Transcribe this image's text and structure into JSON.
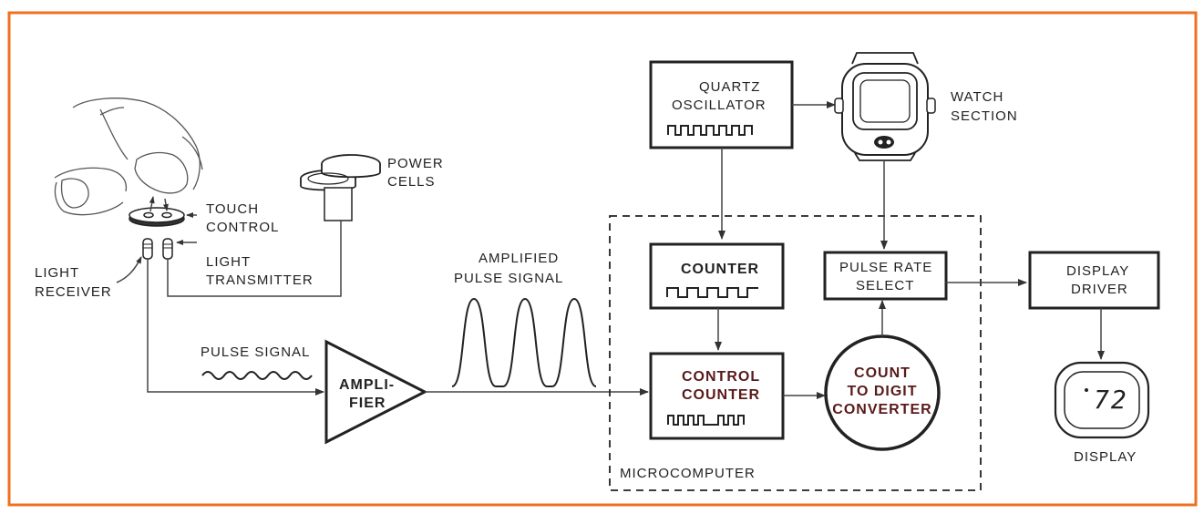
{
  "colors": {
    "frame": "#f07020",
    "ink": "#222222",
    "accent_text": "#5a1a1a"
  },
  "labels": {
    "touch_control": [
      "TOUCH",
      "CONTROL"
    ],
    "light_transmitter": [
      "LIGHT",
      "TRANSMITTER"
    ],
    "light_receiver": [
      "LIGHT",
      "RECEIVER"
    ],
    "power_cells": [
      "POWER",
      "CELLS"
    ],
    "pulse_signal": "PULSE SIGNAL",
    "amplifier": [
      "AMPLI-",
      "FIER"
    ],
    "amplified_pulse_signal": [
      "AMPLIFIED",
      "PULSE SIGNAL"
    ],
    "quartz_oscillator": [
      "QUARTZ",
      "OSCILLATOR"
    ],
    "watch_section": [
      "WATCH",
      "SECTION"
    ],
    "counter": "COUNTER",
    "control_counter": [
      "CONTROL",
      "COUNTER"
    ],
    "pulse_rate_select": [
      "PULSE RATE",
      "SELECT"
    ],
    "count_to_digit_converter": [
      "COUNT",
      "TO DIGIT",
      "CONVERTER"
    ],
    "microcomputer": "MICROCOMPUTER",
    "display_driver": [
      "DISPLAY",
      "DRIVER"
    ],
    "display": "DISPLAY",
    "display_reading": "72"
  }
}
